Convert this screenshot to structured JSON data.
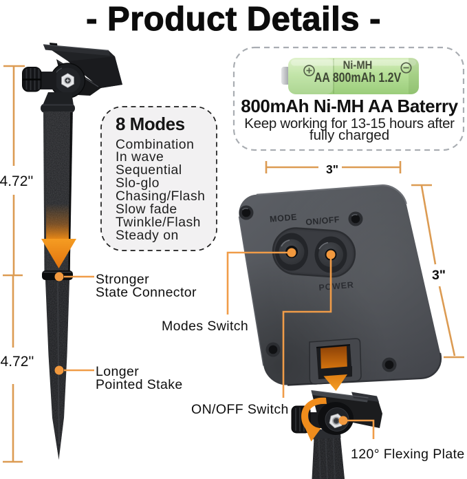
{
  "title": "- Product Details -",
  "battery_card": {
    "battery": {
      "type_label": "Ni-MH",
      "spec_label": "AA 800mAh 1.2V",
      "plus": "+",
      "minus": "−"
    },
    "heading": "800mAh Ni-MH AA Baterry",
    "subline1": "Keep working for 13-15 hours after",
    "subline2": "fully charged"
  },
  "modes_card": {
    "heading": "8 Modes",
    "modes": [
      "Combination",
      "In wave",
      "Sequential",
      "Slo-glo",
      "Chasing/Flash",
      "Slow fade",
      "Twinkle/Flash",
      "Steady on"
    ]
  },
  "dimensions": {
    "stake_upper": "4.72''",
    "stake_lower": "4.72''",
    "panel_width": "3\"",
    "panel_height": "3\""
  },
  "device": {
    "mode_label": "MODE",
    "onoff_label": "ON/OFF",
    "power_label": "POWER"
  },
  "callouts": {
    "connector_line1": "Stronger",
    "connector_line2": "State Connector",
    "stake_line1": "Longer",
    "stake_line2": "Pointed Stake",
    "modes_switch": "Modes Switch",
    "onoff_switch": "ON/OFF Switch",
    "flexing_plate": "120° Flexing Plate"
  },
  "colors": {
    "dimension_line": "#DC9B52",
    "callout_line": "#F09C48",
    "callout_dot": "#F2993E",
    "arrow_orange": "#EF8C1C",
    "device_gray": "#4F5257",
    "battery_green": "#B6DF97"
  }
}
